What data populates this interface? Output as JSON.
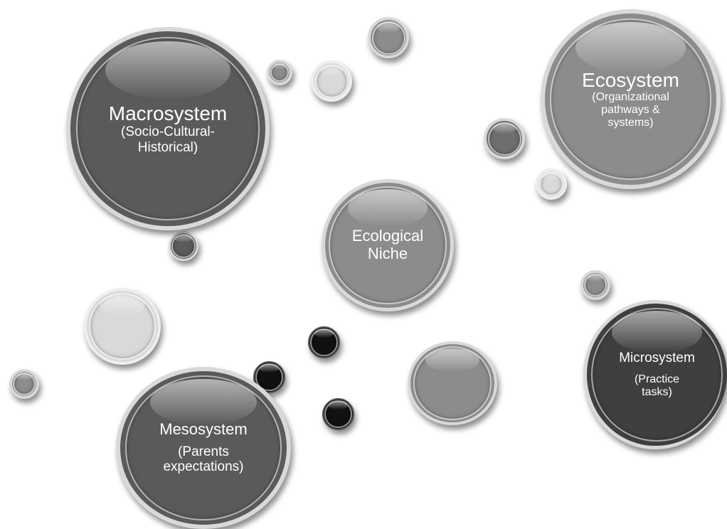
{
  "nodes": {
    "macrosystem": {
      "title": "Macrosystem",
      "subtitle": "(Socio-Cultural-\nHistorical)"
    },
    "ecosystem": {
      "title": "Ecosystem",
      "subtitle": "(Organizational\npathways &\nsystems)"
    },
    "ecological_niche": {
      "title": "Ecological\nNiche"
    },
    "mesosystem": {
      "title": "Mesosystem",
      "subtitle": "(Parents\nexpectations)"
    },
    "microsystem": {
      "title": "Microsystem",
      "subtitle": "(Practice\ntasks)"
    }
  },
  "colors": {
    "dark_gray": "#5a5a5a",
    "mid_gray": "#8c8c8c",
    "charcoal": "#3f3f3f",
    "light_gray": "#d9d9d9",
    "black": "#111111",
    "text": "#ffffff"
  }
}
